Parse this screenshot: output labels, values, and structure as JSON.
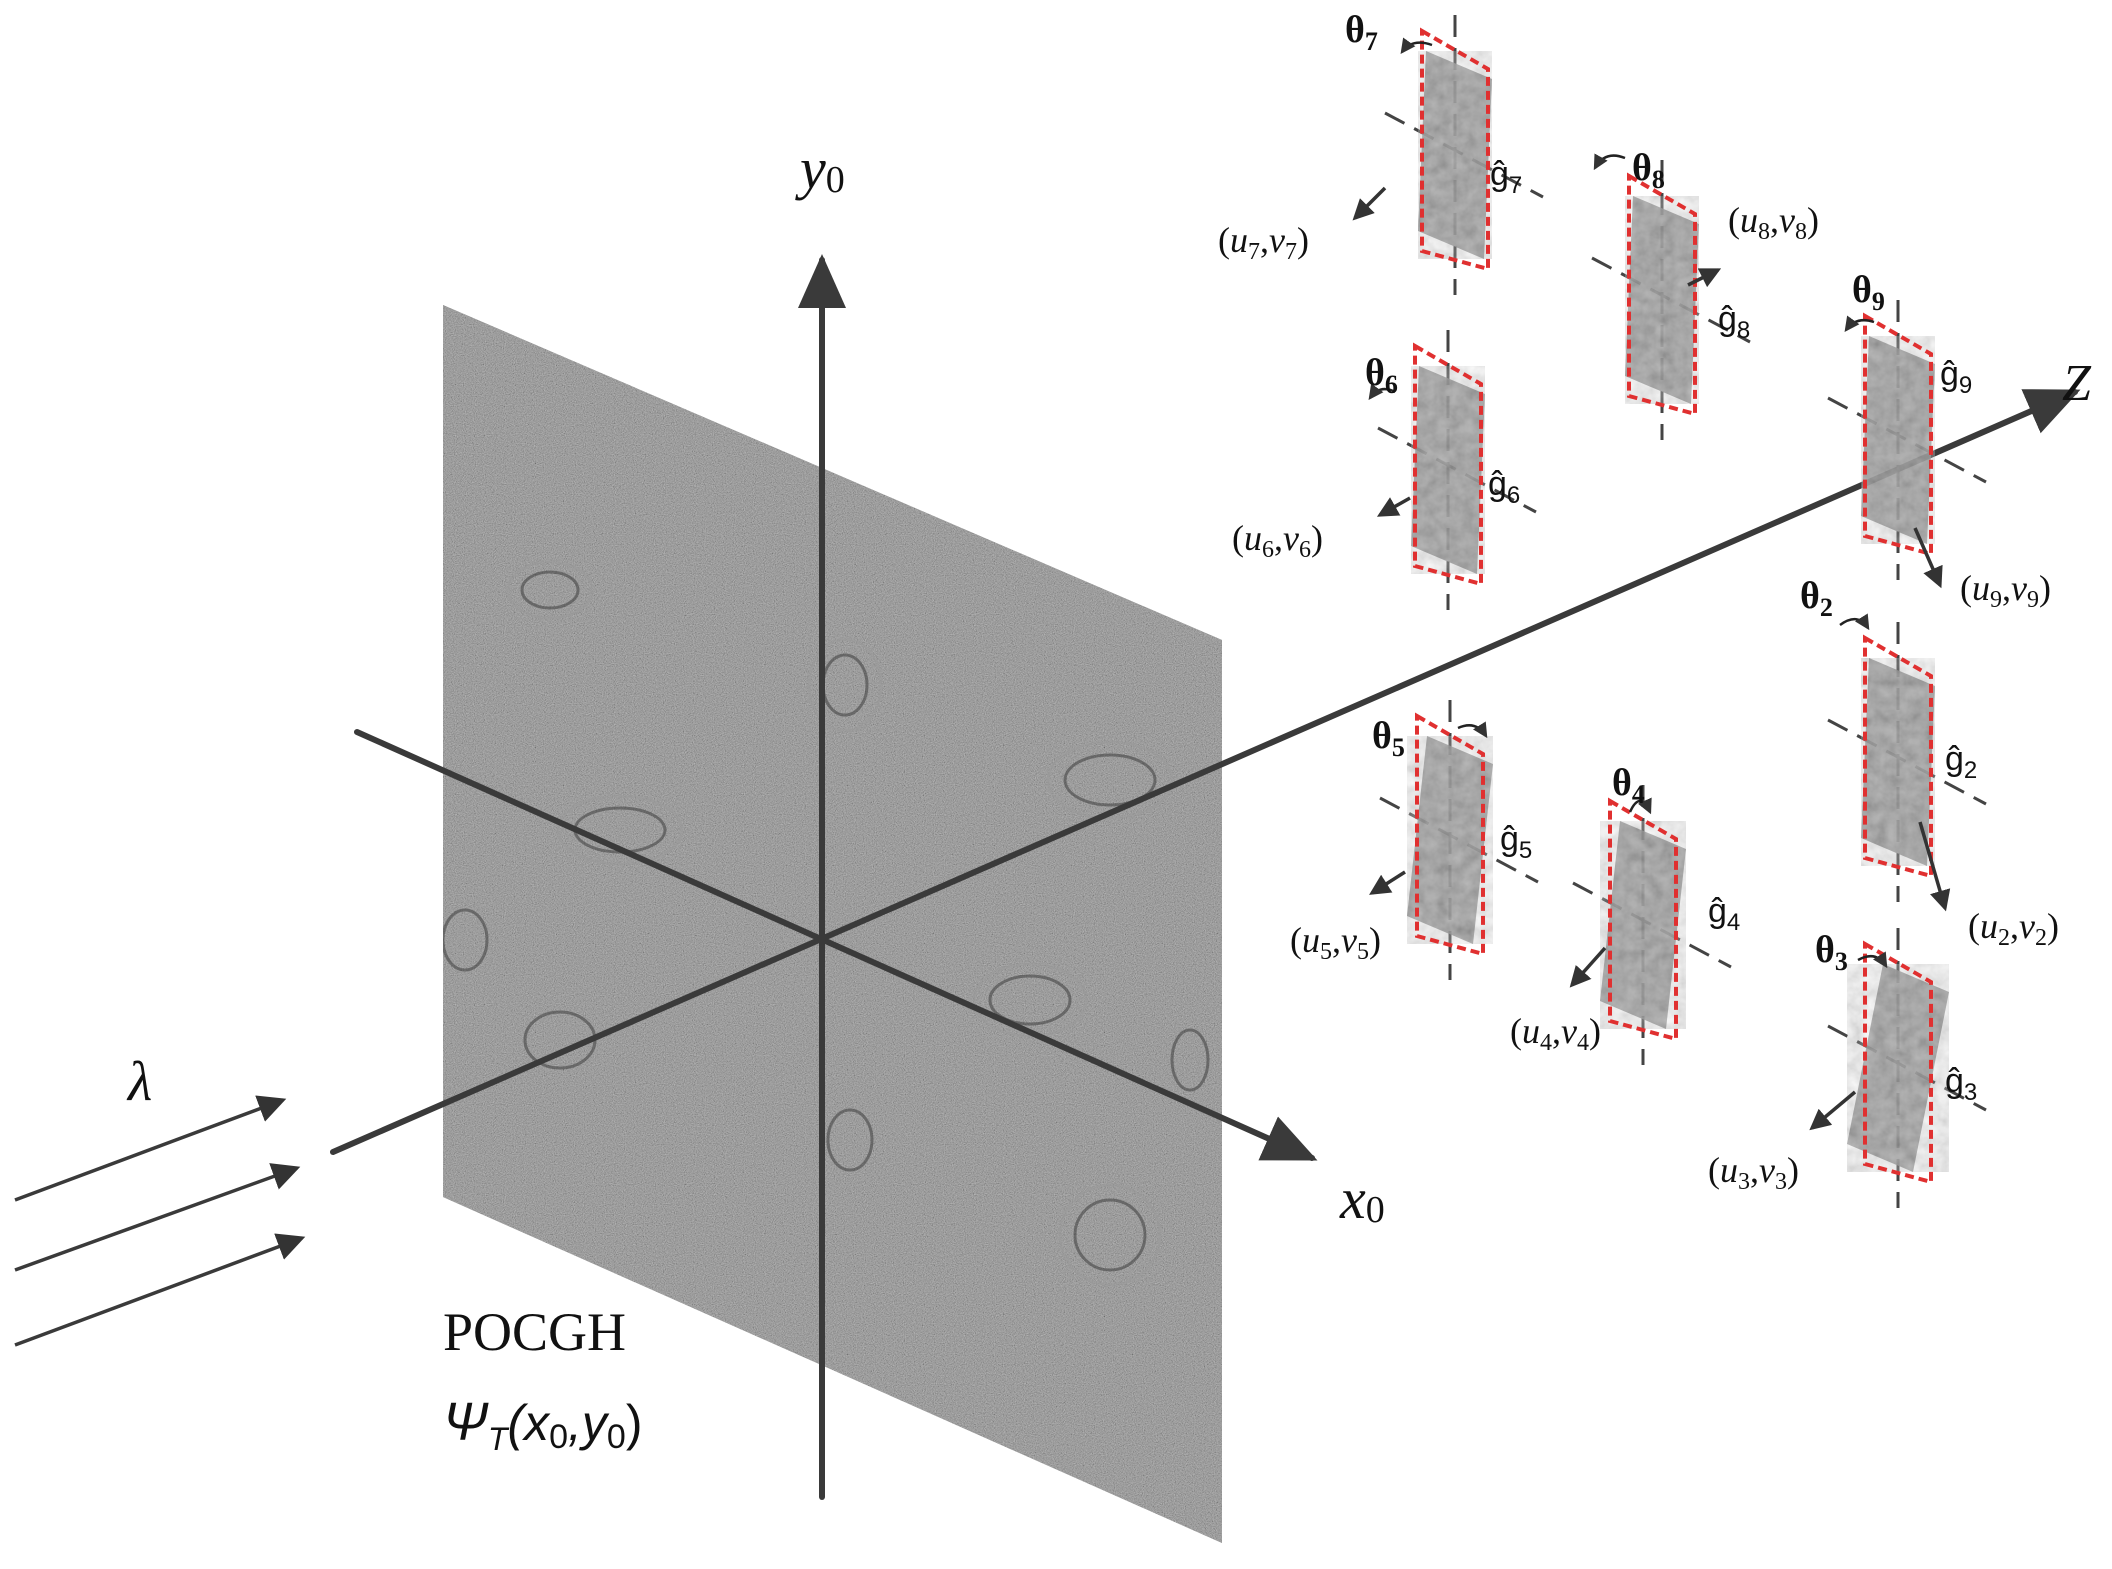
{
  "colors": {
    "axis": "#3a3a3a",
    "frame": "#e03030",
    "dash": "#444444",
    "hologram": "#7a7a7a"
  },
  "axes": {
    "y0": "y",
    "y0_sub": "0",
    "x0": "x",
    "x0_sub": "0",
    "z": "Z"
  },
  "illumination": {
    "lambda": "λ"
  },
  "hologram": {
    "name": "POCGH",
    "psi": "Ψ",
    "psi_sub": "T",
    "args_open": "(x",
    "args_sub1": "0",
    "args_mid": ",y",
    "args_sub2": "0",
    "args_close": ")"
  },
  "planes": [
    {
      "index": "7",
      "theta": "θ",
      "g": "ĝ",
      "u": "u",
      "v": "v"
    },
    {
      "index": "8",
      "theta": "θ",
      "g": "ĝ",
      "u": "u",
      "v": "v"
    },
    {
      "index": "9",
      "theta": "θ",
      "g": "ĝ",
      "u": "u",
      "v": "v"
    },
    {
      "index": "6",
      "theta": "θ",
      "g": "ĝ",
      "u": "u",
      "v": "v"
    },
    {
      "index": "5",
      "theta": "θ",
      "g": "ĝ",
      "u": "u",
      "v": "v"
    },
    {
      "index": "4",
      "theta": "θ",
      "g": "ĝ",
      "u": "u",
      "v": "v"
    },
    {
      "index": "2",
      "theta": "θ",
      "g": "ĝ",
      "u": "u",
      "v": "v"
    },
    {
      "index": "3",
      "theta": "θ",
      "g": "ĝ",
      "u": "u",
      "v": "v"
    }
  ]
}
